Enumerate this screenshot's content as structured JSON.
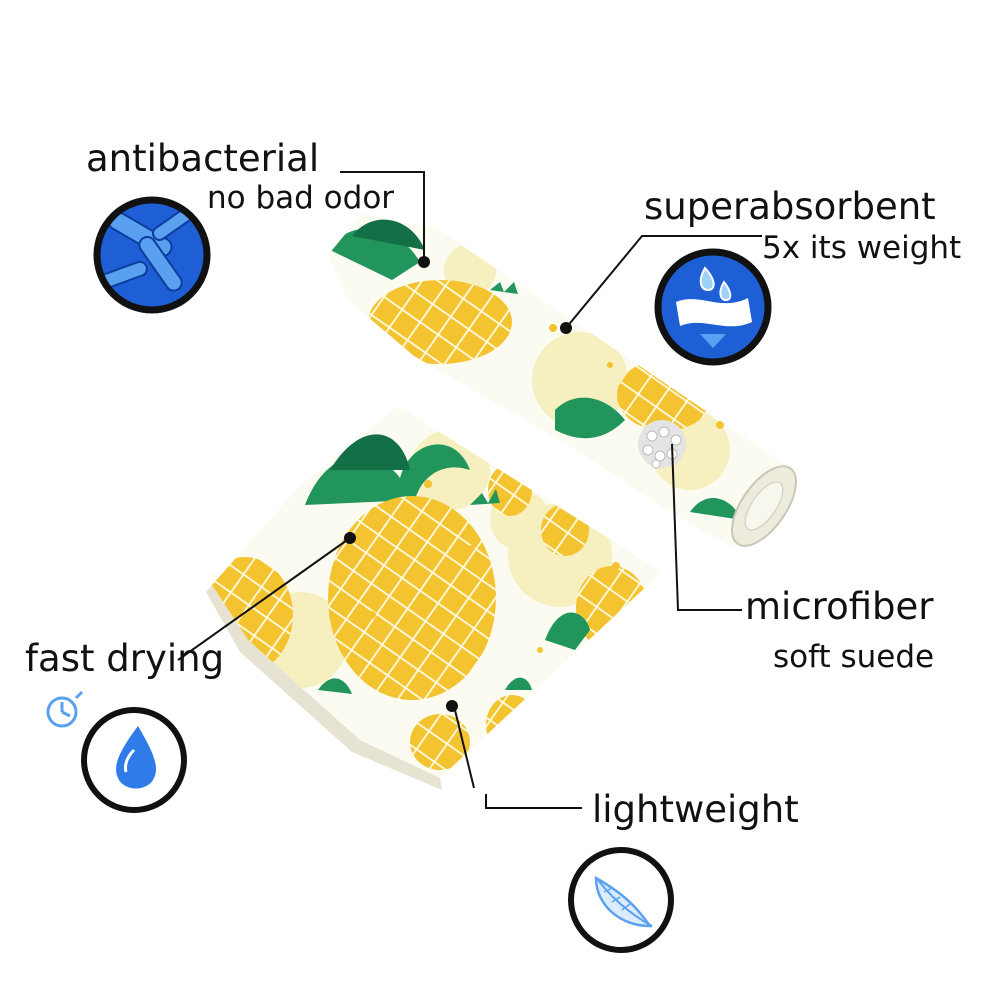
{
  "features": {
    "antibacterial": {
      "title": "antibacterial",
      "subtitle": "no bad odor",
      "icon": "bacteria-icon"
    },
    "superabsorbent": {
      "title": "superabsorbent",
      "subtitle": "5x its weight",
      "icon": "water-drop-absorb-icon"
    },
    "microfiber": {
      "title": "microfiber",
      "subtitle": "soft suede",
      "icon": "fiber-closeup-icon"
    },
    "fast_drying": {
      "title": "fast drying",
      "icon": "water-drop-icon"
    },
    "lightweight": {
      "title": "lightweight",
      "icon": "feather-icon"
    }
  },
  "colors": {
    "text": "#111111",
    "leader_line": "#111111",
    "towel_background": "#fbfbf2",
    "pineapple_yellow": "#f4c430",
    "pineapple_grid": "#fffbe6",
    "pale_circle": "#f6efbf",
    "leaf_green": "#21955b",
    "leaf_dark": "#137046",
    "icon_blue": "#1f5fd6",
    "icon_light_blue": "#5aa0f0"
  }
}
